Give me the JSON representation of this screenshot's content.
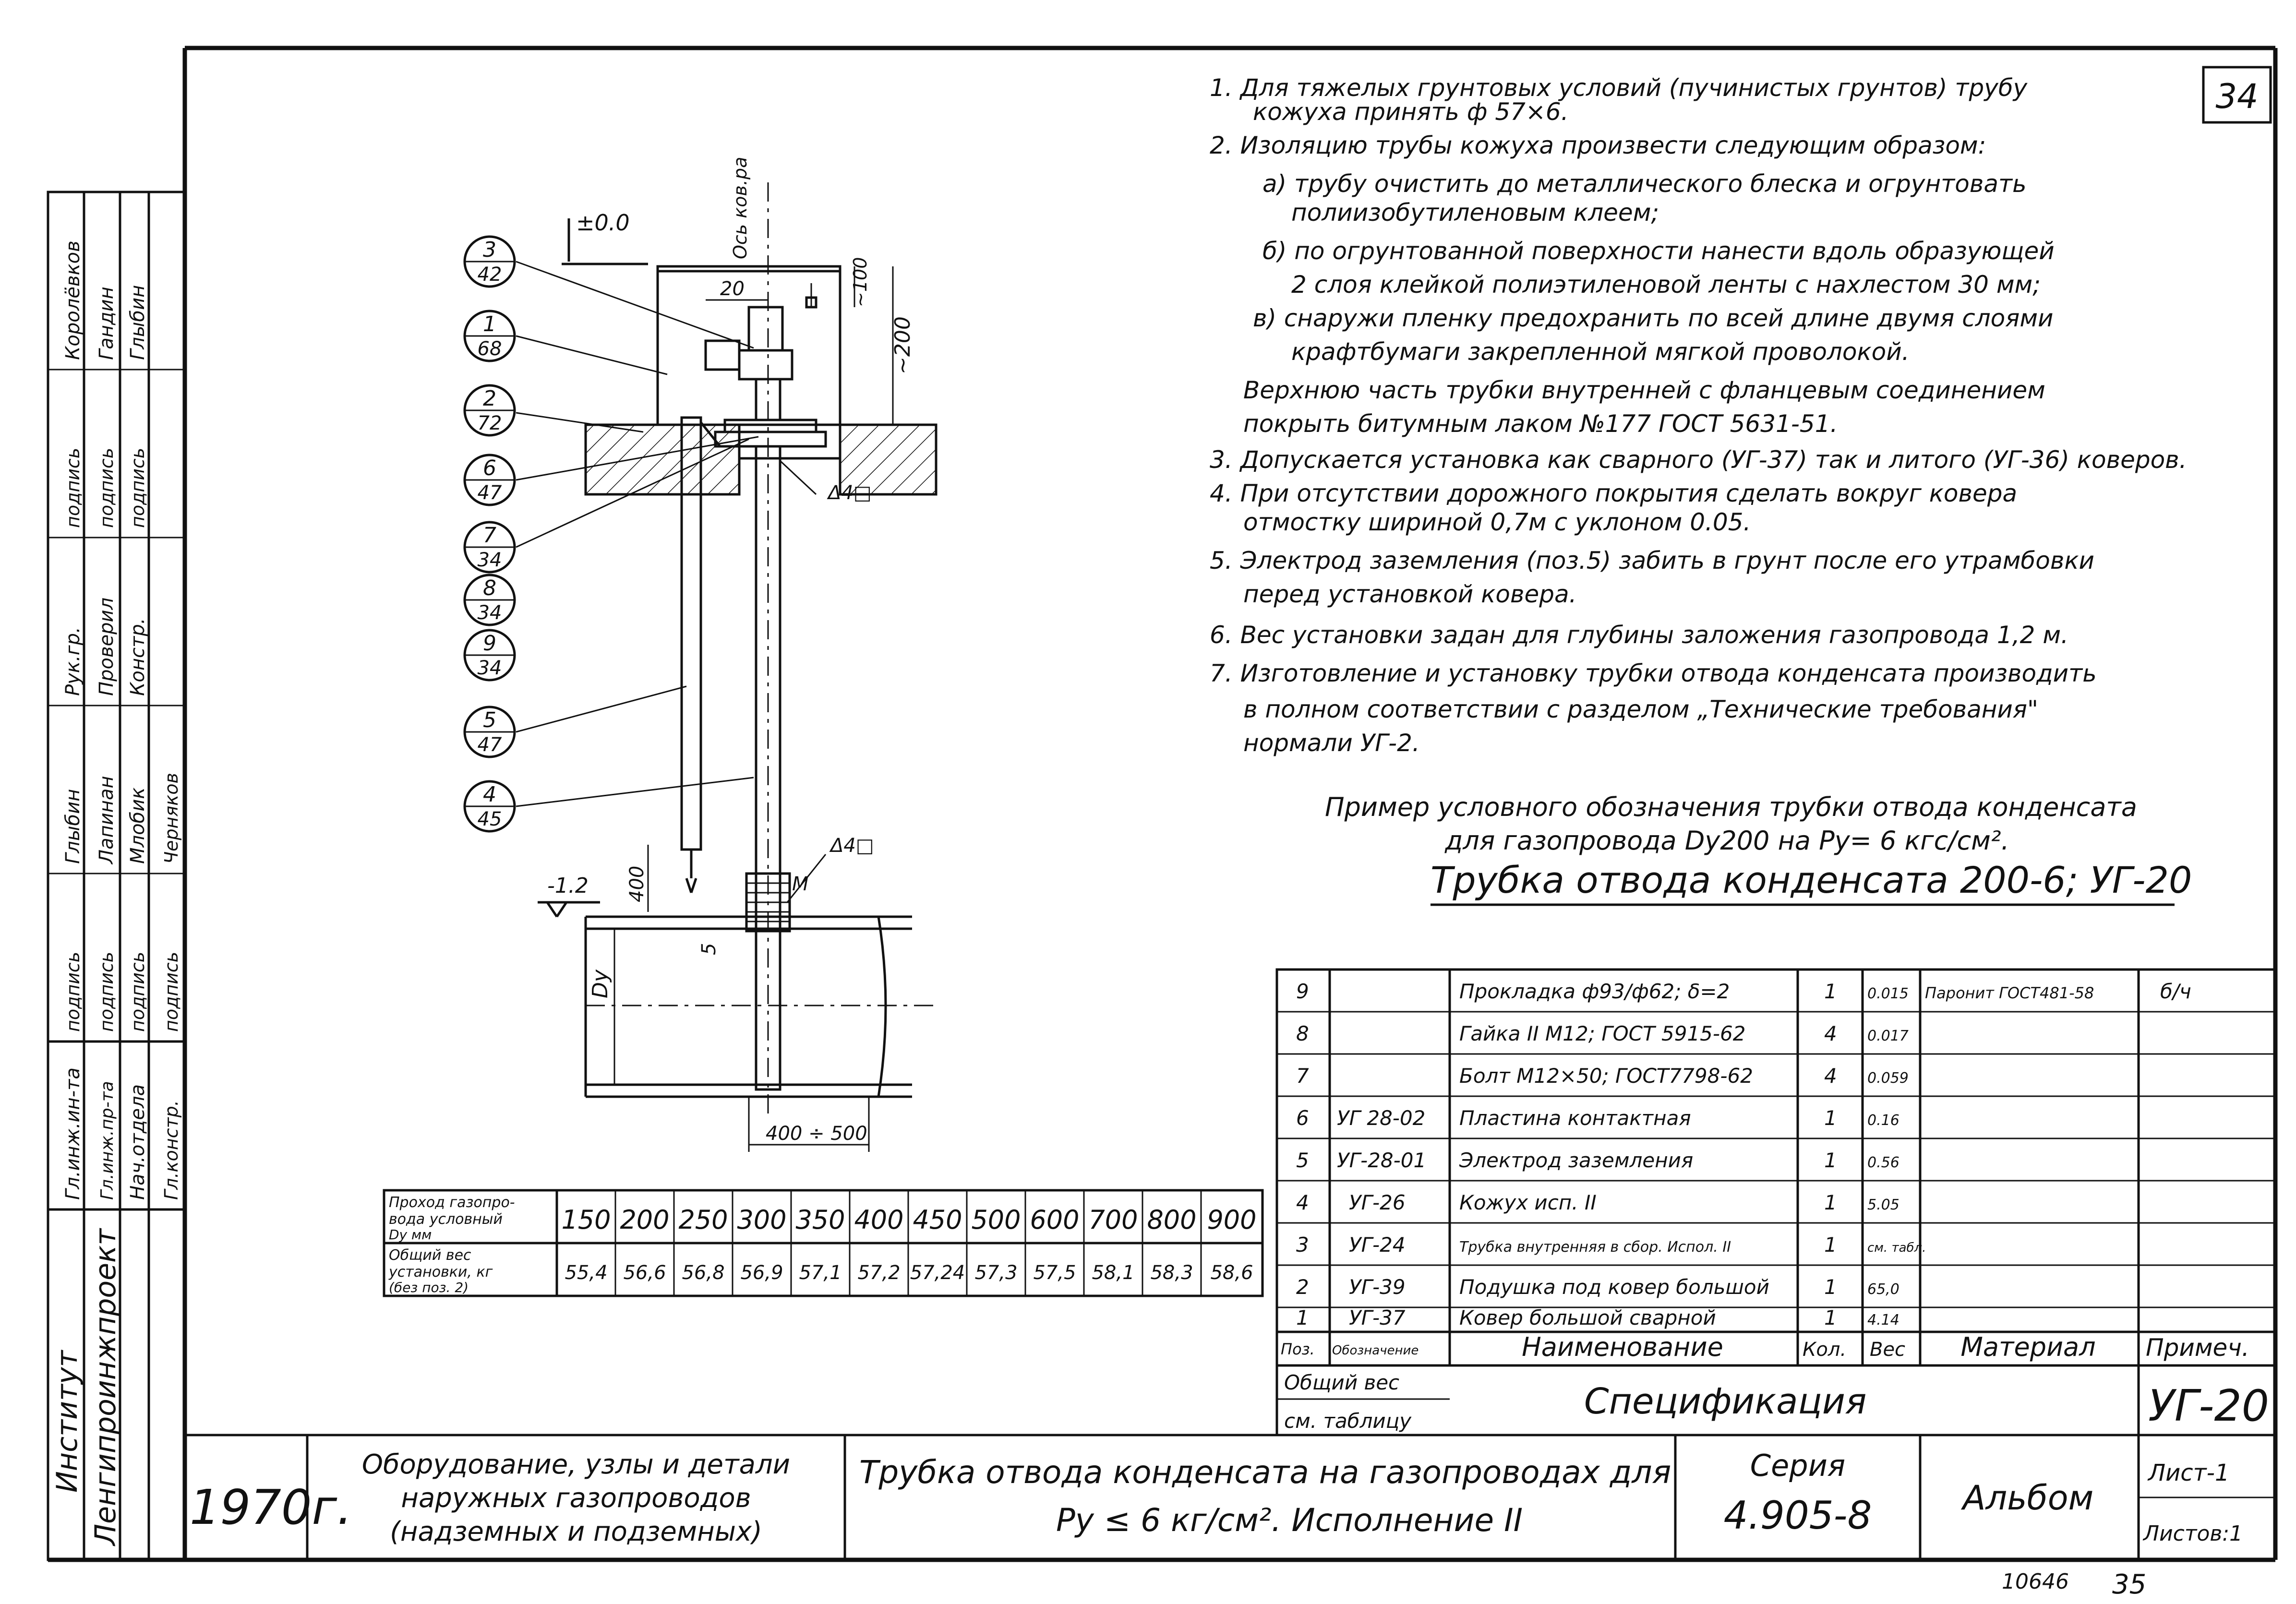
{
  "sheet_number": "34",
  "notes": [
    "1. Для тяжелых грунтовых условий (пучинистых грунтов) трубу",
    "кожуха принять ф 57×6.",
    "2. Изоляцию трубы кожуха произвести следующим образом:",
    "а) трубу очистить до металлического блеска и огрунтовать",
    "полиизобутиленовым клеем;",
    "б) по огрунтованной поверхности нанести вдоль образующей",
    "2 слоя клейкой полиэтиленовой ленты с нахлестом 30 мм;",
    "в) снаружи пленку предохранить по всей длине двумя слоями",
    "крафтбумаги закрепленной мягкой проволокой.",
    "Верхнюю часть трубки внутренней с фланцевым соединением",
    "покрыть битумным лаком №177 ГОСТ 5631-51.",
    "3. Допускается установка как сварного (УГ-37) так и литого (УГ-36) коверов.",
    "4. При отсутствии дорожного покрытия сделать вокруг ковера",
    "отмостку шириной 0,7м с уклоном 0.05.",
    "5. Электрод заземления (поз.5) забить в грунт после его утрамбовки",
    "перед установкой ковера.",
    "6. Вес установки задан для глубины заложения газопровода 1,2 м.",
    "7. Изготовление и установку трубки отвода конденсата производить",
    "в полном соответствии с разделом „Технические требования\"",
    "нормали УГ-2."
  ],
  "example": {
    "line1": "Пример условного обозначения трубки отвода конденсата",
    "line2": "для газопровода Dу200 на Pу= 6 кгс/см².",
    "designation": "Трубка отвода конденсата 200-6; УГ-20"
  },
  "drawing": {
    "callouts": [
      {
        "top": "3",
        "bottom": "42"
      },
      {
        "top": "1",
        "bottom": "68"
      },
      {
        "top": "2",
        "bottom": "72"
      },
      {
        "top": "6",
        "bottom": "47"
      },
      {
        "top": "7",
        "bottom": "34"
      },
      {
        "top": "8",
        "bottom": "34"
      },
      {
        "top": "9",
        "bottom": "34"
      },
      {
        "top": "5",
        "bottom": "47"
      },
      {
        "top": "4",
        "bottom": "45"
      }
    ],
    "level_zero": "±0.0",
    "level_depth": "-1.2",
    "axis_label": "Ось ков.ра",
    "dim_20": "20",
    "dim_100": "~100",
    "dim_200": "~200",
    "dim_400": "400",
    "dim_5": "5",
    "dim_dy": "Dу",
    "dim_range": "400 ÷ 500",
    "weld_1": "Δ4□",
    "weld_2": "Δ4□",
    "label_m": "М"
  },
  "weight_table": {
    "row1_label": [
      "Проход газопро-",
      "вода условный",
      "Dу мм"
    ],
    "row2_label": [
      "Общий вес",
      "установки, кг",
      "(без поз. 2)"
    ],
    "diameters": [
      "150",
      "200",
      "250",
      "300",
      "350",
      "400",
      "450",
      "500",
      "600",
      "700",
      "800",
      "900"
    ],
    "weights": [
      "55,4",
      "56,6",
      "56,8",
      "56,9",
      "57,1",
      "57,2",
      "57,24",
      "57,3",
      "57,5",
      "58,1",
      "58,3",
      "58,6"
    ]
  },
  "spec_table": {
    "rows": [
      {
        "pos": "9",
        "code": "",
        "name": "Прокладка ф93/ф62; δ=2",
        "qty": "1",
        "weight": "0.015",
        "material": "Паронит ГОСТ481-58",
        "note": "б/ч"
      },
      {
        "pos": "8",
        "code": "",
        "name": "Гайка II М12; ГОСТ 5915-62",
        "qty": "4",
        "weight": "0.017",
        "material": "",
        "note": ""
      },
      {
        "pos": "7",
        "code": "",
        "name": "Болт М12×50; ГОСТ7798-62",
        "qty": "4",
        "weight": "0.059",
        "material": "",
        "note": ""
      },
      {
        "pos": "6",
        "code": "УГ 28-02",
        "name": "Пластина контактная",
        "qty": "1",
        "weight": "0.16",
        "material": "",
        "note": ""
      },
      {
        "pos": "5",
        "code": "УГ-28-01",
        "name": "Электрод заземления",
        "qty": "1",
        "weight": "0.56",
        "material": "",
        "note": ""
      },
      {
        "pos": "4",
        "code": "УГ-26",
        "name": "Кожух  исп. II",
        "qty": "1",
        "weight": "5.05",
        "material": "",
        "note": ""
      },
      {
        "pos": "3",
        "code": "УГ-24",
        "name": "Трубка внутренняя в сбор. Испол. II",
        "qty": "1",
        "weight": "см. табл.",
        "material": "",
        "note": ""
      },
      {
        "pos": "2",
        "code": "УГ-39",
        "name": "Подушка под ковер большой",
        "qty": "1",
        "weight": "65,0",
        "material": "",
        "note": ""
      },
      {
        "pos": "1",
        "code": "УГ-37",
        "name": "Ковер большой сварной",
        "qty": "1",
        "weight": "4.14",
        "material": "",
        "note": ""
      }
    ],
    "header": {
      "pos": "Поз.",
      "code": "Обозначение",
      "name": "Наименование",
      "qty": "Кол.",
      "weight": "Вес",
      "material": "Материал",
      "note": "Примеч."
    },
    "total_weight_1": "Общий вес",
    "total_weight_2": "см. таблицу",
    "title": "Спецификация",
    "code": "УГ-20"
  },
  "title_block": {
    "year": "1970г.",
    "subject": [
      "Оборудование, узлы и детали",
      "наружных газопроводов",
      "(надземных и подземных)"
    ],
    "drawing_title": [
      "Трубка отвода конденсата на газопроводах для",
      "Pу ≤ 6 кг/см². Исполнение II"
    ],
    "series_label": "Серия",
    "series_value": "4.905-8",
    "album": "Альбом",
    "sheet": "Лист-1",
    "sheets": "Листов:1",
    "footer_num": "10646",
    "footer_page": "35"
  },
  "side_stamp": {
    "institute_label": "Институт",
    "institute_name": "Ленгипроинжпроект",
    "roles": [
      "Гл.инж.ин-та",
      "Гл.инж.пр-та",
      "Нач.отдела",
      "Гл.констр."
    ],
    "role_sigs": [
      "подпись",
      "подпись",
      "подпись",
      "подпись"
    ],
    "names_a": [
      "Глыбин",
      "Лапинан",
      "Млобик",
      "Черняков"
    ],
    "row_roles_b": [
      "Рук.гр.",
      "Проверил",
      "Констр."
    ],
    "sig_b": [
      "подпись",
      "подпись",
      "подпись"
    ],
    "names_b": [
      "Королёвков",
      "Гандин",
      "Глыбин"
    ]
  }
}
